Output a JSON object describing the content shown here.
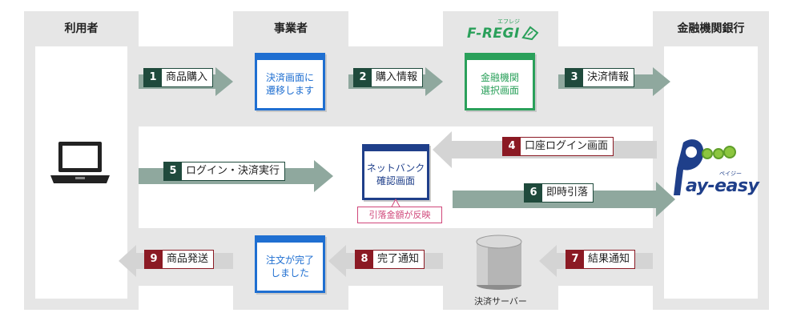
{
  "columns": {
    "user": "利用者",
    "merchant": "事業者",
    "bank": "金融機関銀行"
  },
  "logos": {
    "fregi": {
      "text": "F-REGI",
      "ruby": "エフレジ"
    },
    "payeasy": {
      "text": "ay-easy",
      "ruby": "ペイジー"
    }
  },
  "screens": {
    "redirect": "決済画面に\n遷移します",
    "bank_select": "金融機関\n選択画面",
    "netbank": "ネットバンク\n確認画面",
    "order_complete": "注文が完了\nしました"
  },
  "callout": "引落金額が反映",
  "server_caption": "決済サーバー",
  "steps": [
    {
      "num": "1",
      "label": "商品購入"
    },
    {
      "num": "2",
      "label": "購入情報"
    },
    {
      "num": "3",
      "label": "決済情報"
    },
    {
      "num": "4",
      "label": "口座ログイン画面"
    },
    {
      "num": "5",
      "label": "ログイン・決済実行"
    },
    {
      "num": "6",
      "label": "即時引落"
    },
    {
      "num": "7",
      "label": "結果通知"
    },
    {
      "num": "8",
      "label": "完了通知"
    },
    {
      "num": "9",
      "label": "商品発送"
    }
  ],
  "colors": {
    "panel": "#e6e6e6",
    "arrow": "#8fa89e",
    "arrow_light": "#d4d4d4",
    "step_green": "#1f4a3c",
    "step_red": "#8b1a24",
    "screen_blue": "#1f6fd1",
    "screen_green": "#2aa05a",
    "callout_pink": "#d0477a"
  },
  "icons": {
    "laptop": "laptop-icon",
    "server": "database-server-icon",
    "payeasy": "payeasy-logo",
    "fregi": "fregi-logo"
  }
}
